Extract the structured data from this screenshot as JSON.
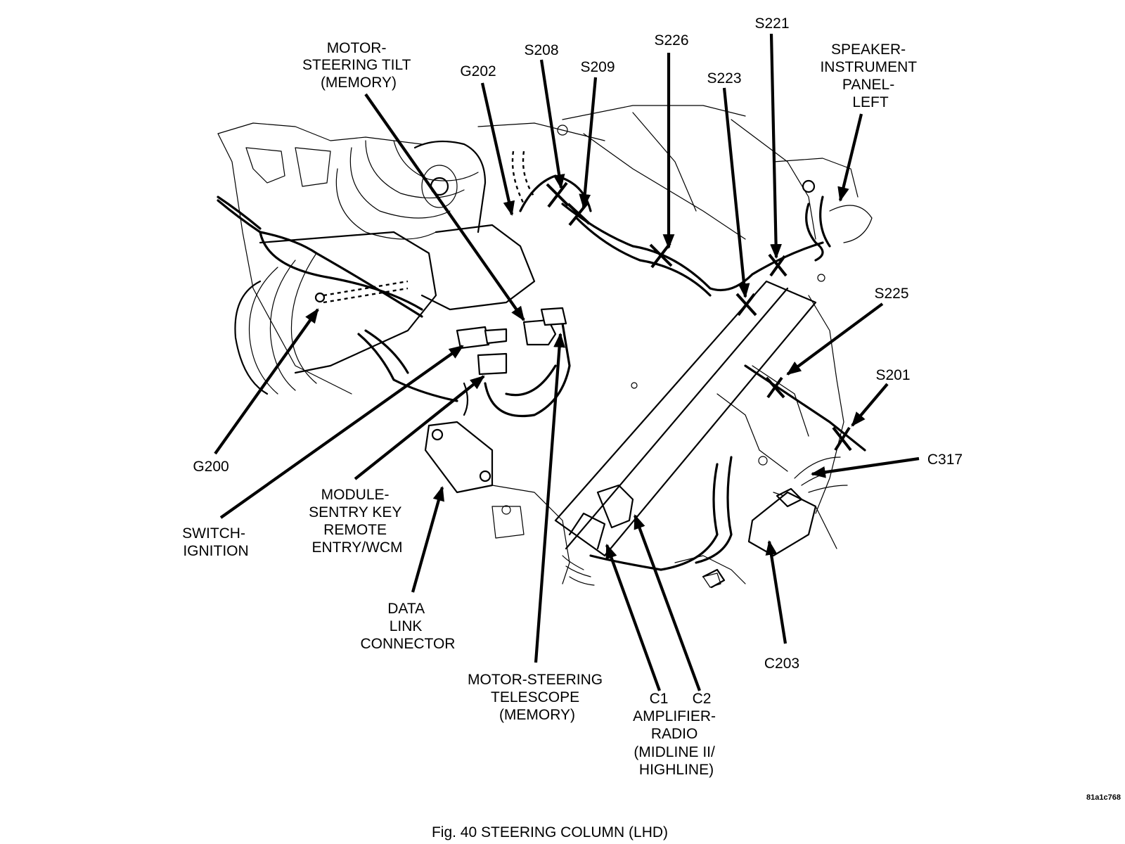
{
  "figure": {
    "caption": "Fig. 40  STEERING COLUMN (LHD)",
    "image_code": "81a1c768"
  },
  "callouts": {
    "motor_tilt": [
      "MOTOR-",
      "STEERING TILT",
      "(MEMORY)"
    ],
    "g202": "G202",
    "s208": "S208",
    "s209": "S209",
    "s226": "S226",
    "s223": "S223",
    "s221": "S221",
    "speaker": [
      "SPEAKER-",
      "INSTRUMENT",
      "PANEL-",
      "LEFT"
    ],
    "s225": "S225",
    "s201": "S201",
    "c317": "C317",
    "g200": "G200",
    "switch_ignition": [
      "SWITCH-",
      "IGNITION"
    ],
    "module_sentry": [
      "MODULE-",
      "SENTRY KEY",
      "REMOTE",
      "ENTRY/WCM"
    ],
    "data_link": [
      "DATA",
      "LINK",
      "CONNECTOR"
    ],
    "motor_telescope": [
      "MOTOR-STEERING",
      "TELESCOPE",
      "(MEMORY)"
    ],
    "c1": "C1",
    "c2": "C2",
    "amplifier": [
      "AMPLIFIER-",
      "RADIO",
      "(MIDLINE II/",
      "HIGHLINE)"
    ],
    "c203": "C203"
  }
}
